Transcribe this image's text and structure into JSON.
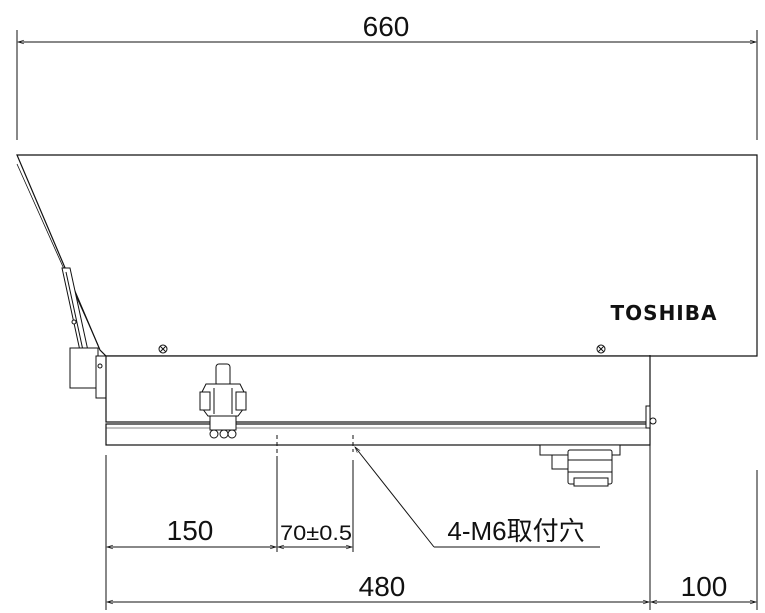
{
  "dimensions": {
    "total_width": "660",
    "front_offset": "150",
    "hole_spacing": "70±0.5",
    "base_length": "480",
    "rear_overhang": "100"
  },
  "annotation": {
    "callout": "4-M6取付穴"
  },
  "brand": {
    "logo": "TOSHIBA"
  }
}
